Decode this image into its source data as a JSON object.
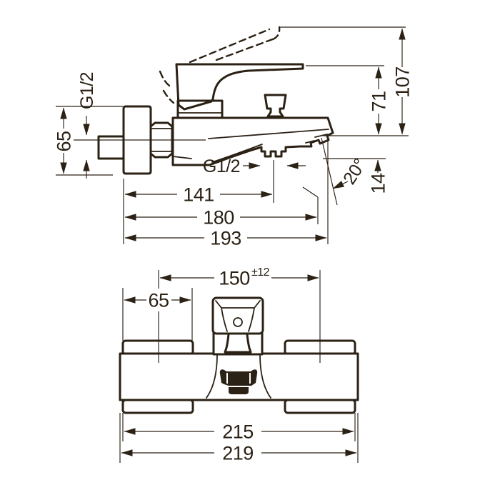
{
  "colors": {
    "ink": "#2b2115",
    "background": "#ffffff"
  },
  "side_view": {
    "wall_thread_label": "G1/2",
    "flange_height": "65",
    "overall_height": "107",
    "lever_height": "71",
    "spout_drop": "14",
    "spout_angle": "20°",
    "outlet_thread_label": "G1/2",
    "wall_to_outlet": "141",
    "wall_to_aerator": "180",
    "projection": "193"
  },
  "front_view": {
    "inlet_spacing": "150",
    "inlet_spacing_tolerance": "±12",
    "escutcheon_width": "65",
    "escutcheon_span": "215",
    "body_width": "219"
  }
}
